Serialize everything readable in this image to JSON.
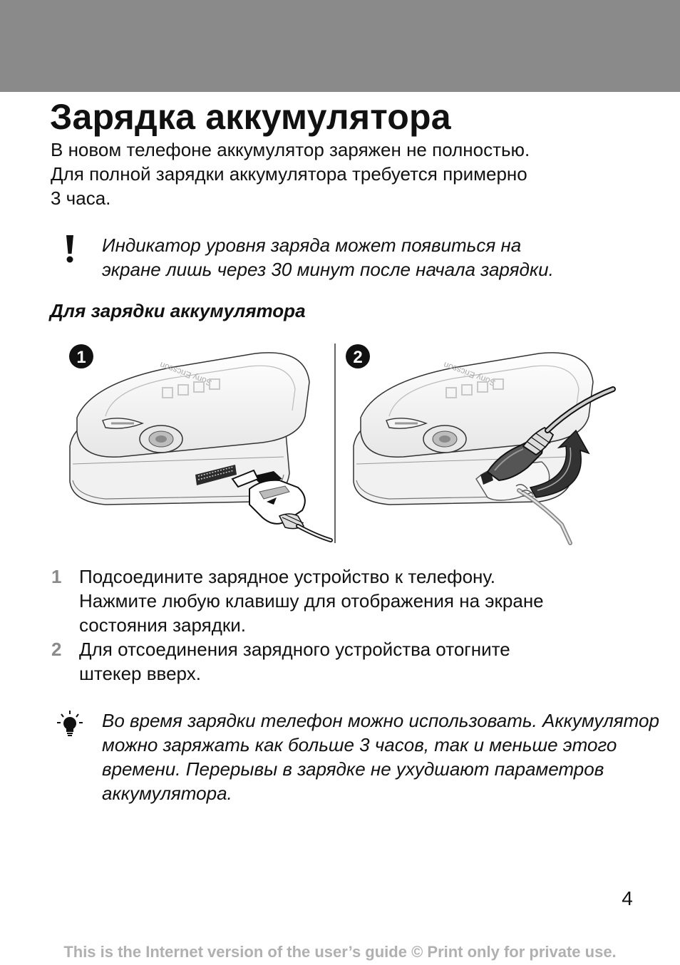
{
  "page": {
    "title": "Зарядка аккумулятора",
    "intro_lines": [
      "В новом телефоне аккумулятор заряжен не полностью.",
      "Для полной зарядки аккумулятора требуется примерно",
      "3 часа."
    ],
    "note": {
      "icon": "exclamation-icon",
      "lines": [
        "Индикатор уровня заряда может появиться на",
        "экране лишь через 30 минут после начала зарядки."
      ]
    },
    "subheading": "Для зарядки аккумулятора",
    "figure": {
      "panel_1_label": "1",
      "panel_2_label": "2",
      "brand_1": "Sony Ericsson",
      "brand_2": "Sony Ericsson"
    },
    "steps": [
      {
        "number": "1",
        "lines": [
          "Подсоедините зарядное устройство к телефону.",
          "Нажмите любую клавишу для отображения на экране",
          "состояния зарядки."
        ]
      },
      {
        "number": "2",
        "lines": [
          "Для отсоединения зарядного устройства отогните",
          "штекер вверх."
        ]
      }
    ],
    "tip": {
      "icon": "lightbulb-icon",
      "lines": [
        "Во время зарядки телефон можно использовать.",
        "Аккумулятор можно заряжать как больше 3 часов,",
        "так и меньше этого времени. Перерывы в зарядке",
        "не ухудшают параметров аккумулятора."
      ]
    },
    "page_number": "4",
    "footer": "This is the Internet version of the user’s guide © Print only for private use."
  }
}
